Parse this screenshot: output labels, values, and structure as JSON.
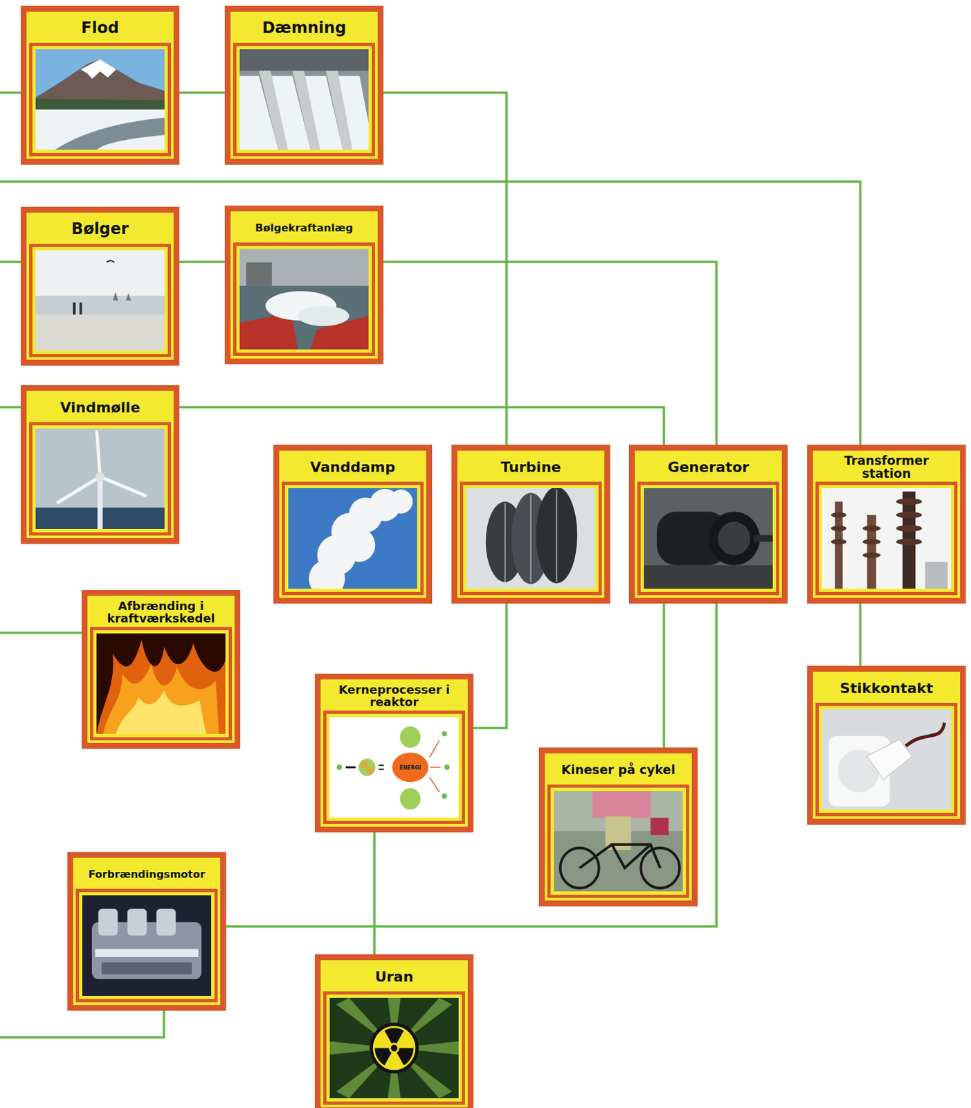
{
  "diagram": {
    "nodes": [
      {
        "text": [
          "Flod"
        ]
      },
      {
        "text": [
          "Dæmning"
        ]
      },
      {
        "text": [
          "Bølger"
        ]
      },
      {
        "text": [
          "Bølgekraftanlæg"
        ]
      },
      {
        "text": [
          "Vindmølle"
        ]
      },
      {
        "text": [
          "Vanddamp"
        ]
      },
      {
        "text": [
          "Turbine"
        ]
      },
      {
        "text": [
          "Generator"
        ]
      },
      {
        "text": [
          "Transformer station"
        ]
      },
      {
        "text": [
          "Afbrænding i kraftværkskedel"
        ]
      },
      {
        "text": [
          "Kerneprocesser i reaktor"
        ]
      },
      {
        "text": [
          "Kineser på cykel"
        ]
      },
      {
        "text": [
          "Stikkontakt"
        ]
      },
      {
        "text": [
          "Forbrændingsmotor"
        ]
      },
      {
        "text": [
          "Uran"
        ]
      }
    ],
    "edges": [
      {
        "from": 0,
        "to": 1,
        "arrow": "none"
      },
      {
        "from": 1,
        "to": 6,
        "arrow": "none"
      },
      {
        "from": 2,
        "to": 3,
        "arrow": "none"
      },
      {
        "from": 3,
        "to": 7,
        "arrow": "none"
      },
      {
        "from": 4,
        "to": 7,
        "arrow": "none"
      },
      {
        "from": 6,
        "to": 10,
        "arrow": "none"
      },
      {
        "from": 7,
        "to": 11,
        "arrow": "none"
      },
      {
        "from": 7,
        "to": 13,
        "arrow": "none"
      },
      {
        "from": 10,
        "to": 14,
        "arrow": "none"
      },
      {
        "from": 8,
        "to": 12,
        "arrow": "none"
      }
    ],
    "labels": [
      "ENERGI"
    ]
  }
}
